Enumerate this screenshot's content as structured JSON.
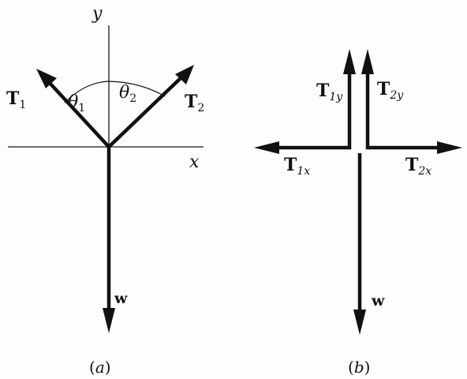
{
  "panel_a": {
    "caption_open": "(",
    "caption_letter": "a",
    "caption_close": ")",
    "axis_y": "y",
    "axis_x": "x",
    "theta1": {
      "base": "θ",
      "sub": "1"
    },
    "theta2": {
      "base": "θ",
      "sub": "2"
    },
    "T1": {
      "base": "T",
      "sub": "1"
    },
    "T2": {
      "base": "T",
      "sub": "2"
    },
    "W": "w"
  },
  "panel_b": {
    "caption_open": "(",
    "caption_letter": "b",
    "caption_close": ")",
    "T1y": {
      "base": "T",
      "sub": "1y"
    },
    "T2y": {
      "base": "T",
      "sub": "2y"
    },
    "T1x": {
      "base": "T",
      "sub": "1x"
    },
    "T2x": {
      "base": "T",
      "sub": "2x"
    },
    "W": "w"
  }
}
